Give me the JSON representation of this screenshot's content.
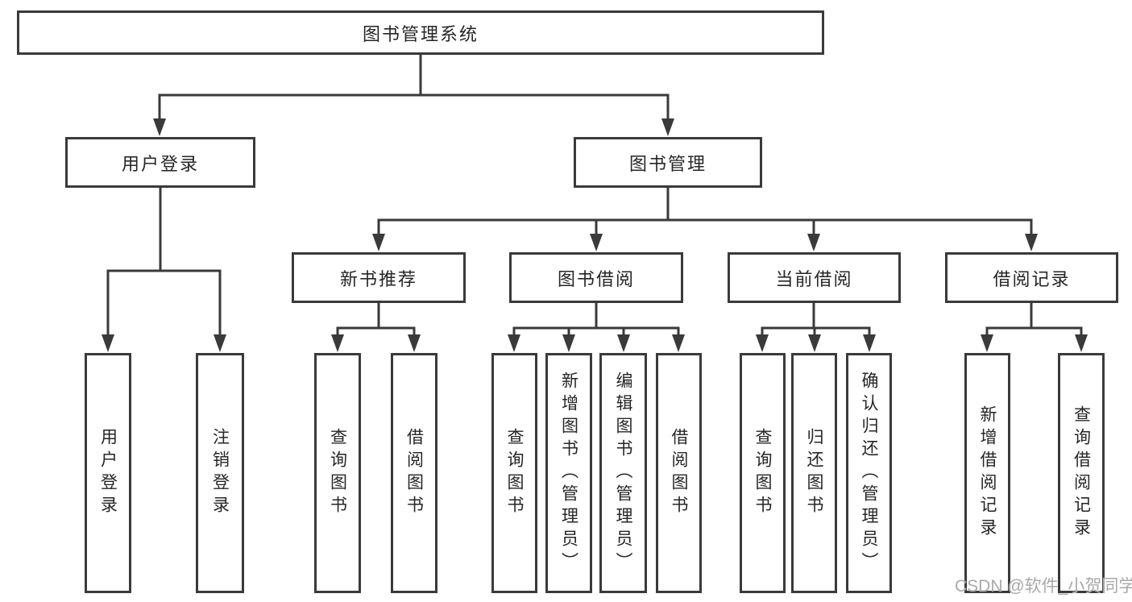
{
  "colors": {
    "line": "#3a3a3a",
    "box_border": "#3a3a3a",
    "box_fill": "#ffffff",
    "text": "#262626",
    "watermark": "#a9a9a9",
    "background": "#ffffff"
  },
  "diagram": {
    "root": {
      "label": "图书管理系统"
    },
    "branches": {
      "user_login": {
        "label": "用户登录"
      },
      "book_mgmt": {
        "label": "图书管理"
      }
    },
    "modules": {
      "new_book": {
        "label": "新书推荐"
      },
      "book_borrow": {
        "label": "图书借阅"
      },
      "current_borrow": {
        "label": "当前借阅"
      },
      "borrow_record": {
        "label": "借阅记录"
      }
    },
    "leaves": {
      "user_login": [
        "用户登录",
        "注销登录"
      ],
      "new_book": [
        "查询图书",
        "借阅图书"
      ],
      "book_borrow": [
        "查询图书",
        "新增图书（管理员）",
        "编辑图书（管理员）",
        "借阅图书"
      ],
      "current_borrow": [
        "查询图书",
        "归还图书",
        "确认归还（管理员）"
      ],
      "borrow_record": [
        "新增借阅记录",
        "查询借阅记录"
      ]
    }
  },
  "watermark": {
    "text": "CSDN @软件_小贺同学"
  }
}
